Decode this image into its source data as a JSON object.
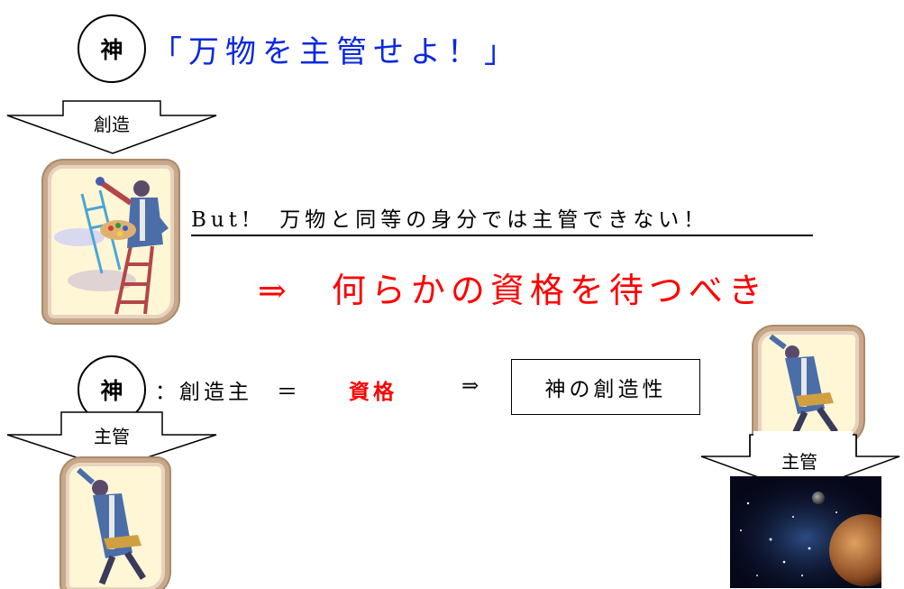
{
  "title": {
    "circle_char": "神",
    "quote": "「万物を主管せよ！」"
  },
  "arrow_top": {
    "label": "創造"
  },
  "statement": {
    "but_text": "But!　万物と同等の身分では主管できない！",
    "conclusion": "⇒　何らかの資格を待つべき"
  },
  "relation_row": {
    "circle_char": "神",
    "colon_text": "：創造主　＝",
    "qualification": "資格",
    "implies": "⇒",
    "boxed_text": "神の創造性"
  },
  "arrow_left": {
    "label": "主管"
  },
  "arrow_right": {
    "label": "主管"
  },
  "colors": {
    "title_blue": "#0a28e0",
    "emphasis_red": "#ff0000",
    "frame_border": "#c8a88a",
    "frame_fill": "#fff6d6"
  },
  "icons": [
    "artist-painting-clipart",
    "reaching-man-clipart",
    "starry-space-image"
  ]
}
